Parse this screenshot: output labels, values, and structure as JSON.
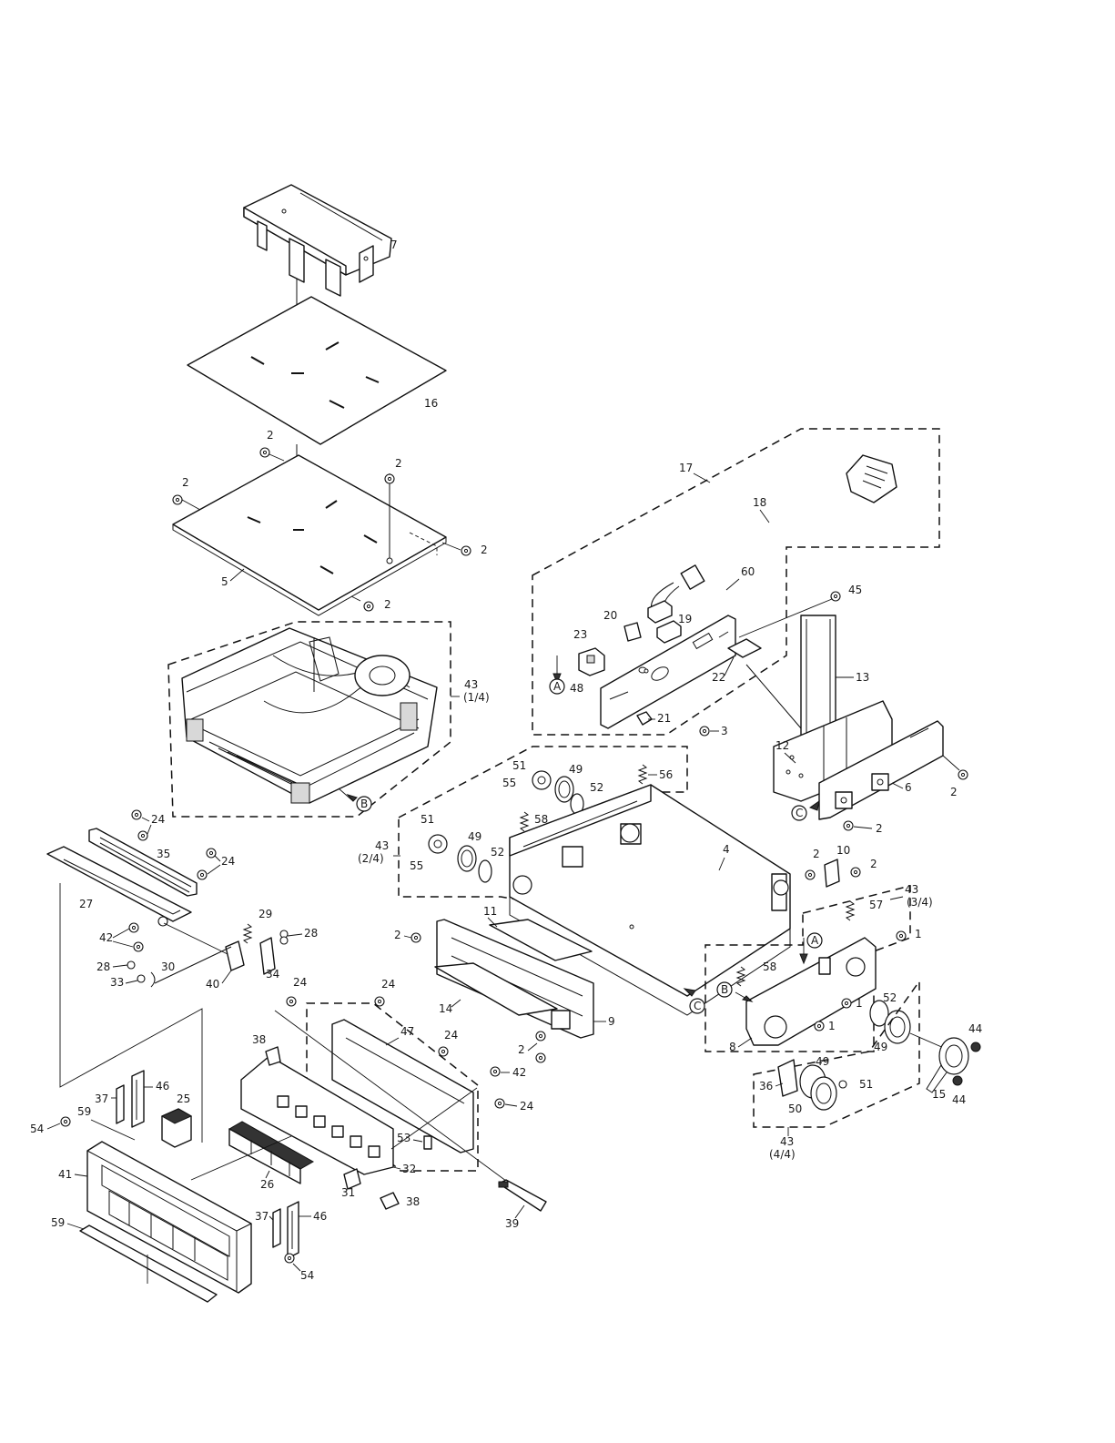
{
  "diagram": {
    "callouts": {
      "c7": "7",
      "c16": "16",
      "c2a": "2",
      "c2b": "2",
      "c2c": "2",
      "c2d": "2",
      "c2e": "2",
      "c5": "5",
      "c43a": "43",
      "c43a_sub": "(1/4)",
      "cB1": "B",
      "c17": "17",
      "c18": "18",
      "c60": "60",
      "c45": "45",
      "c20": "20",
      "c19": "19",
      "c23": "23",
      "cA1": "A",
      "c48": "48",
      "c22": "22",
      "c13": "13",
      "c21": "21",
      "c3": "3",
      "c12": "12",
      "c6": "6",
      "c2f": "2",
      "c2g": "2",
      "cC1": "C",
      "c51a": "51",
      "c49a": "49",
      "c55a": "55",
      "c52a": "52",
      "c56": "56",
      "c43b": "43",
      "c43b_sub": "(2/4)",
      "c51b": "51",
      "c49b": "49",
      "c58a": "58",
      "c55b": "55",
      "c52b": "52",
      "c4": "4",
      "c2h": "2",
      "c10": "10",
      "c2i": "2",
      "c43c": "43",
      "c43c_sub": "(3/4)",
      "c57": "57",
      "c1a": "1",
      "cA2": "A",
      "c58b": "58",
      "cB2": "B",
      "c1b": "1",
      "c1c": "1",
      "c8": "8",
      "c52c": "52",
      "c49c": "49",
      "c44a": "44",
      "c15": "15",
      "c44b": "44",
      "c36": "36",
      "c49d": "49",
      "c51c": "51",
      "c50": "50",
      "c43d": "43",
      "c43d_sub": "(4/4)",
      "cC2": "C",
      "c24a": "24",
      "c35": "35",
      "c24b": "24",
      "c27": "27",
      "c42a": "42",
      "c29": "29",
      "c28a": "28",
      "c28b": "28",
      "c30": "30",
      "c33": "33",
      "c34": "34",
      "c40": "40",
      "c2j": "2",
      "c11": "11",
      "c14": "14",
      "c9": "9",
      "c2k": "2",
      "c24c": "24",
      "c24d": "24",
      "c47": "47",
      "c24e": "24",
      "c38a": "38",
      "c42b": "42",
      "c24f": "24",
      "c37a": "37",
      "c46a": "46",
      "c25": "25",
      "c54a": "54",
      "c59a": "59",
      "c41": "41",
      "c26": "26",
      "c53": "53",
      "c32": "32",
      "c31": "31",
      "c38b": "38",
      "c39": "39",
      "c37b": "37",
      "c46b": "46",
      "c59b": "59",
      "c54b": "54"
    }
  }
}
